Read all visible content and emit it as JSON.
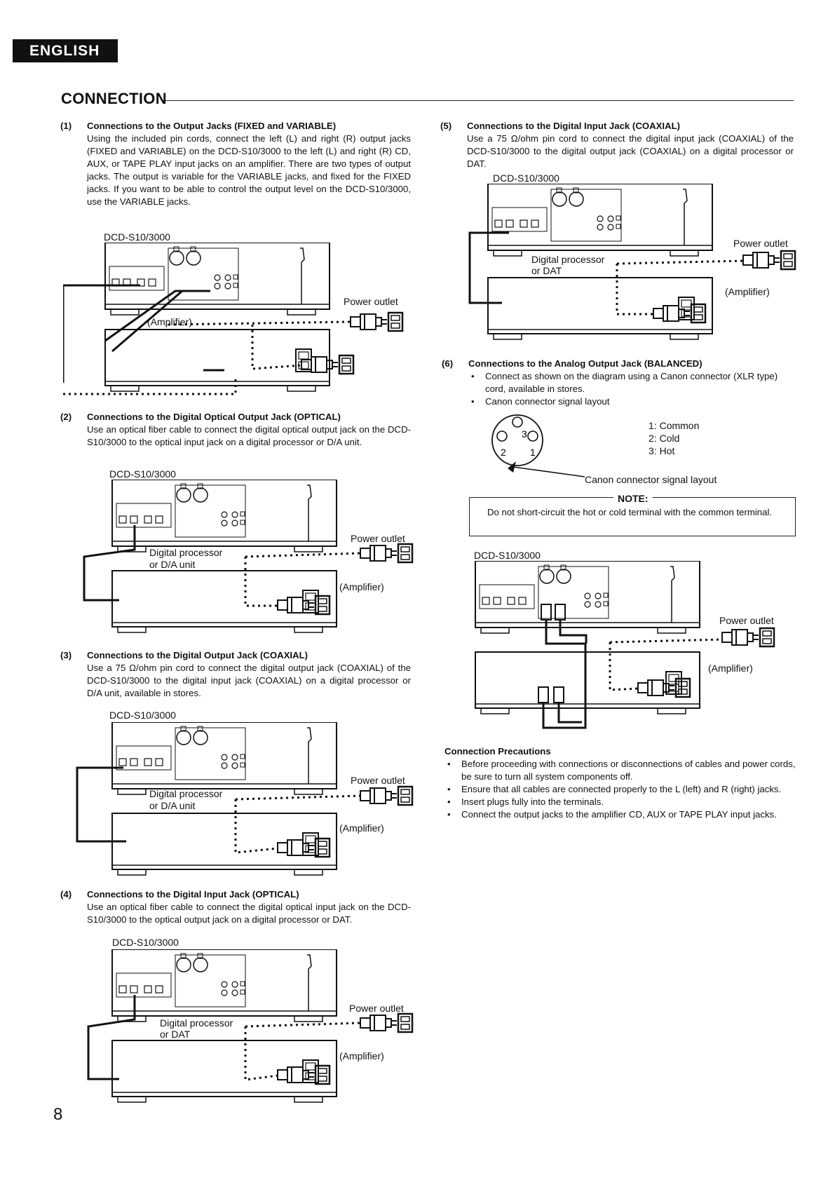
{
  "header": {
    "language_tab": "ENGLISH",
    "title": "CONNECTION"
  },
  "device_model": "DCD-S10/3000",
  "labels": {
    "power_outlet": "Power outlet",
    "amplifier": "(Amplifier)",
    "digital_processor_da_line1": "Digital processor",
    "digital_processor_da_line2": "or D/A unit",
    "digital_processor_dat_line1": "Digital processor",
    "digital_processor_dat_line2": "or DAT"
  },
  "sections": [
    {
      "num": "(1)",
      "heading": "Connections to the Output Jacks (FIXED and VARIABLE)",
      "body": "Using the included pin cords, connect the left (L) and right (R) output jacks (FIXED and VARIABLE) on the DCD-S10/3000 to the left (L) and right (R) CD, AUX, or TAPE PLAY input jacks on an amplifier. There are two types of output jacks. The output is variable for the VARIABLE jacks, and fixed for the FIXED jacks. If you want to be able to control the output level on the DCD-S10/3000, use the VARIABLE jacks."
    },
    {
      "num": "(2)",
      "heading": "Connections to the Digital Optical Output Jack (OPTICAL)",
      "body": "Use an optical fiber cable to connect the digital optical output jack on the DCD-S10/3000 to the optical input jack on a digital processor or D/A unit."
    },
    {
      "num": "(3)",
      "heading": "Connections to the Digital Output Jack (COAXIAL)",
      "body": "Use a 75 Ω/ohm pin cord to connect the digital output jack (COAXIAL) of the DCD-S10/3000 to the digital input jack (COAXIAL) on a digital processor or D/A unit, available in stores."
    },
    {
      "num": "(4)",
      "heading": "Connections to the Digital Input Jack (OPTICAL)",
      "body": "Use an optical fiber cable to connect the digital optical input jack on the DCD-S10/3000 to the optical output jack on a digital processor or DAT."
    },
    {
      "num": "(5)",
      "heading": "Connections to the Digital Input Jack (COAXIAL)",
      "body": "Use a 75 Ω/ohm pin cord to connect the digital input jack (COAXIAL) of the DCD-S10/3000 to the digital output jack (COAXIAL) on a digital processor or DAT."
    },
    {
      "num": "(6)",
      "heading": "Connections to the Analog Output Jack (BALANCED)",
      "bullets": [
        "Connect as shown on the diagram using a Canon connector (XLR type) cord, available in stores.",
        "Canon connector signal layout"
      ]
    }
  ],
  "canon": {
    "pins": [
      {
        "n": "1",
        "name": "Common"
      },
      {
        "n": "2",
        "name": "Cold"
      },
      {
        "n": "3",
        "name": "Hot"
      }
    ],
    "caption": "Canon connector signal layout"
  },
  "note": {
    "title": "NOTE:",
    "text": "Do not short-circuit the hot or cold terminal with the common terminal."
  },
  "precautions": {
    "title": "Connection Precautions",
    "items": [
      "Before proceeding with connections or disconnections of cables and power cords, be sure to turn all system components off.",
      "Ensure that all cables are connected properly to the L (left) and R (right) jacks.",
      "Insert plugs fully into the terminals.",
      "Connect the output jacks to the amplifier CD, AUX or TAPE PLAY input jacks."
    ]
  },
  "page_number": "8"
}
